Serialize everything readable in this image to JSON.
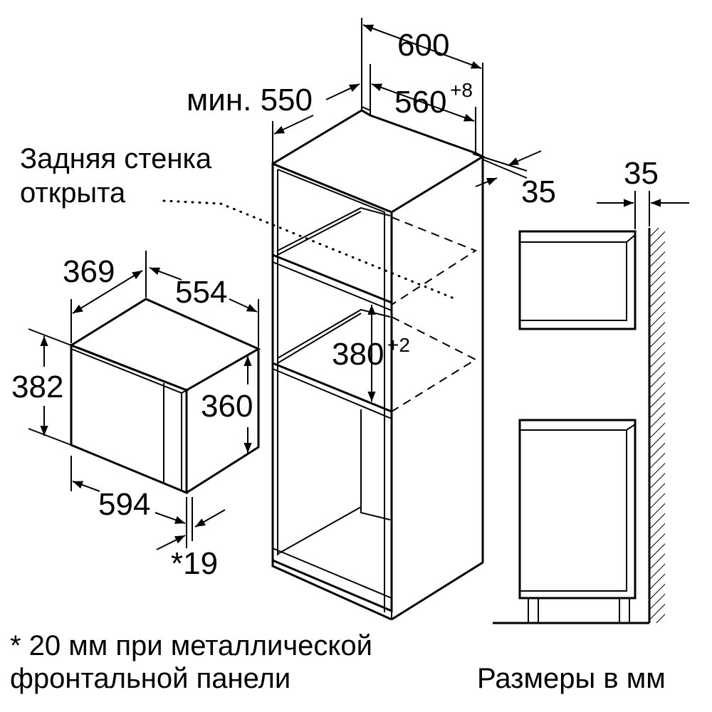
{
  "labels": {
    "cabinet_width": "600",
    "cabinet_depth_min": "мин. 550",
    "niche_width": "560",
    "niche_width_tol": "+8",
    "side_gap": "35",
    "niche_height": "380",
    "niche_height_tol": "+2",
    "rear_wall_line1": "Задняя стенка",
    "rear_wall_line2": "открыта",
    "oven_depth": "369",
    "oven_width": "554",
    "oven_height_total": "382",
    "oven_height_body": "360",
    "front_width": "594",
    "front_thickness": "*19",
    "side_view_gap": "35"
  },
  "footnote": {
    "line1": "* 20 мм при металлической",
    "line2": "фронтальной панели"
  },
  "units_note": "Размеры в мм"
}
